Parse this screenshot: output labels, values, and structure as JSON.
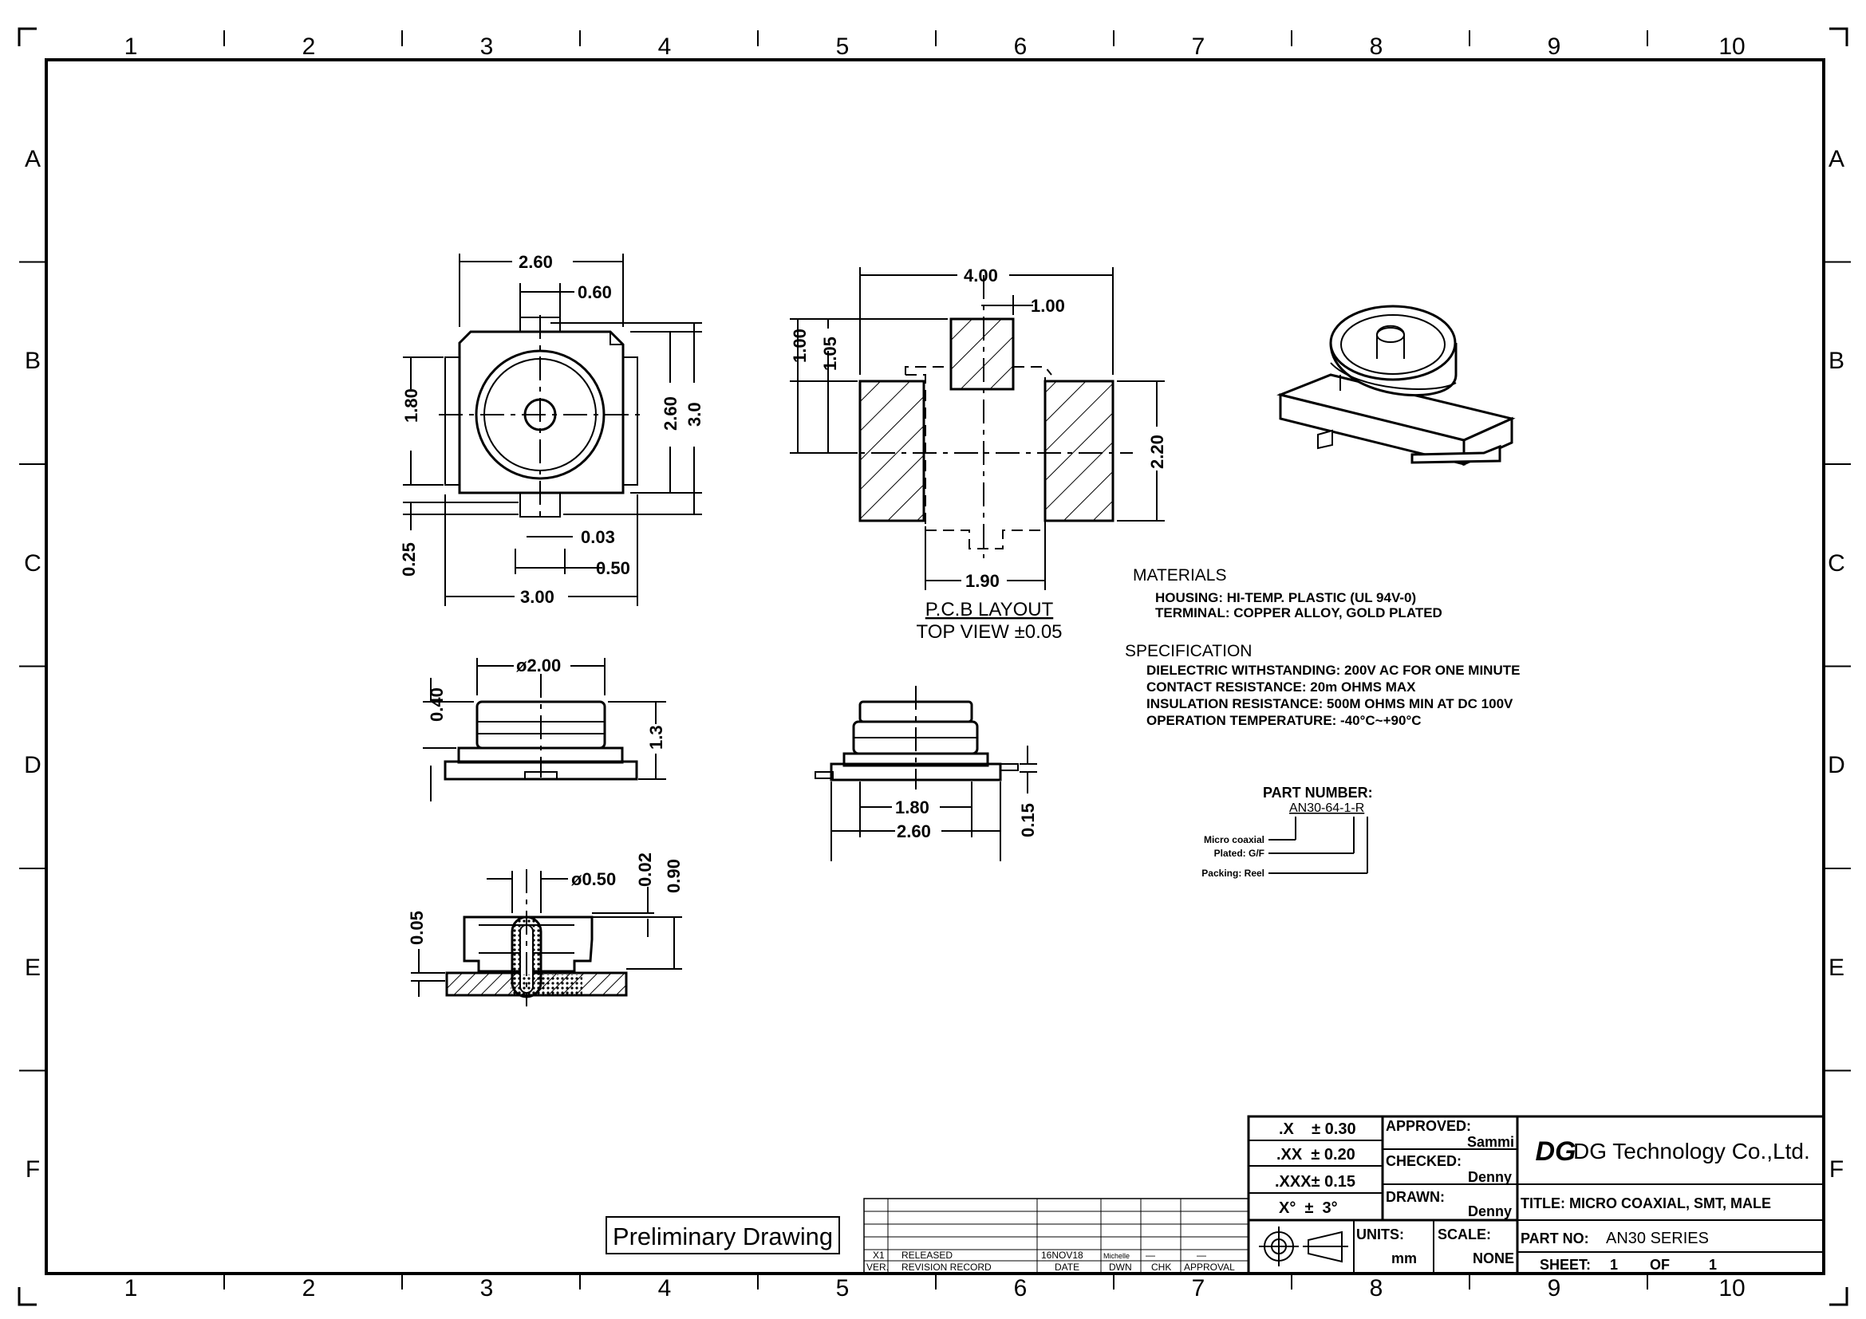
{
  "frame": {
    "columns": [
      "1",
      "2",
      "3",
      "4",
      "5",
      "6",
      "7",
      "8",
      "9",
      "10"
    ],
    "rows": [
      "A",
      "B",
      "C",
      "D",
      "E",
      "F"
    ]
  },
  "top_view": {
    "dims": [
      "2.60",
      "0.60",
      "1.80",
      "2.60",
      "3.0",
      "0.03",
      "0.25",
      "0.50",
      "3.00"
    ]
  },
  "side_view": {
    "dims": [
      "ø2.00",
      "0.40",
      "1.3"
    ]
  },
  "section_view": {
    "dims": [
      "ø0.50",
      "0.02",
      "0.90",
      "0.05"
    ]
  },
  "pcb_layout": {
    "dims": [
      "4.00",
      "1.00",
      "1.00",
      "1.05",
      "2.20",
      "1.90"
    ],
    "title": "P.C.B LAYOUT",
    "subtitle": "TOP VIEW ±0.05"
  },
  "front_view": {
    "dims": [
      "1.80",
      "2.60",
      "0.15"
    ]
  },
  "materials": {
    "heading": "MATERIALS",
    "lines": [
      "HOUSING: HI-TEMP. PLASTIC (UL 94V-0)",
      "TERMINAL: COPPER ALLOY, GOLD PLATED"
    ]
  },
  "specification": {
    "heading": "SPECIFICATION",
    "lines": [
      "DIELECTRIC WITHSTANDING: 200V AC FOR ONE MINUTE",
      "CONTACT RESISTANCE: 20m OHMS MAX",
      "INSULATION RESISTANCE: 500M OHMS MIN AT DC 100V",
      "OPERATION TEMPERATURE: -40°C~+90°C"
    ]
  },
  "part_number": {
    "heading": "PART NUMBER:",
    "code": "AN30-64-1-R",
    "labels": [
      "Micro coaxial",
      "Plated: G/F",
      "Packing: Reel"
    ]
  },
  "preliminary": "Preliminary Drawing",
  "revision": {
    "row": [
      "X1",
      "RELEASED",
      "16NOV18",
      "Michelle",
      "—",
      "—"
    ],
    "headers": [
      "VER.",
      "REVISION RECORD",
      "DATE",
      "DWN",
      "CHK",
      "APPROVAL"
    ]
  },
  "title_block": {
    "tolerances": [
      ".X    ± 0.30",
      ".XX  ± 0.20",
      ".XXX± 0.15",
      "X°  ±  3°"
    ],
    "approved_label": "APPROVED:",
    "approved_name": "Sammi",
    "checked_label": "CHECKED:",
    "checked_name": "Denny",
    "drawn_label": "DRAWN:",
    "drawn_name": "Denny",
    "units_label": "UNITS:",
    "units_value": "mm",
    "scale_label": "SCALE:",
    "scale_value": "NONE",
    "company": "DG Technology Co.,Ltd.",
    "logo_text": "DG",
    "title": "TITLE: MICRO COAXIAL, SMT, MALE",
    "part_no_label": "PART NO:",
    "part_no_value": "AN30 SERIES",
    "sheet_label": "SHEET:",
    "sheet_num": "1",
    "of_label": "OF",
    "sheet_total": "1"
  }
}
